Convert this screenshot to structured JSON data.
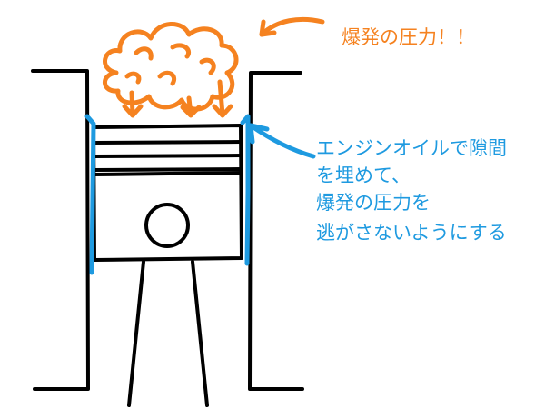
{
  "colors": {
    "outline": "#000000",
    "oil": "#1E9AE0",
    "explosion": "#F58220",
    "background": "#FFFFFF"
  },
  "explosion_label": "爆発の圧力！！",
  "oil_note": {
    "lines": [
      "エンジンオイルで隙間",
      "を埋めて、",
      "爆発の圧力を",
      "逃がさないようにする"
    ]
  }
}
